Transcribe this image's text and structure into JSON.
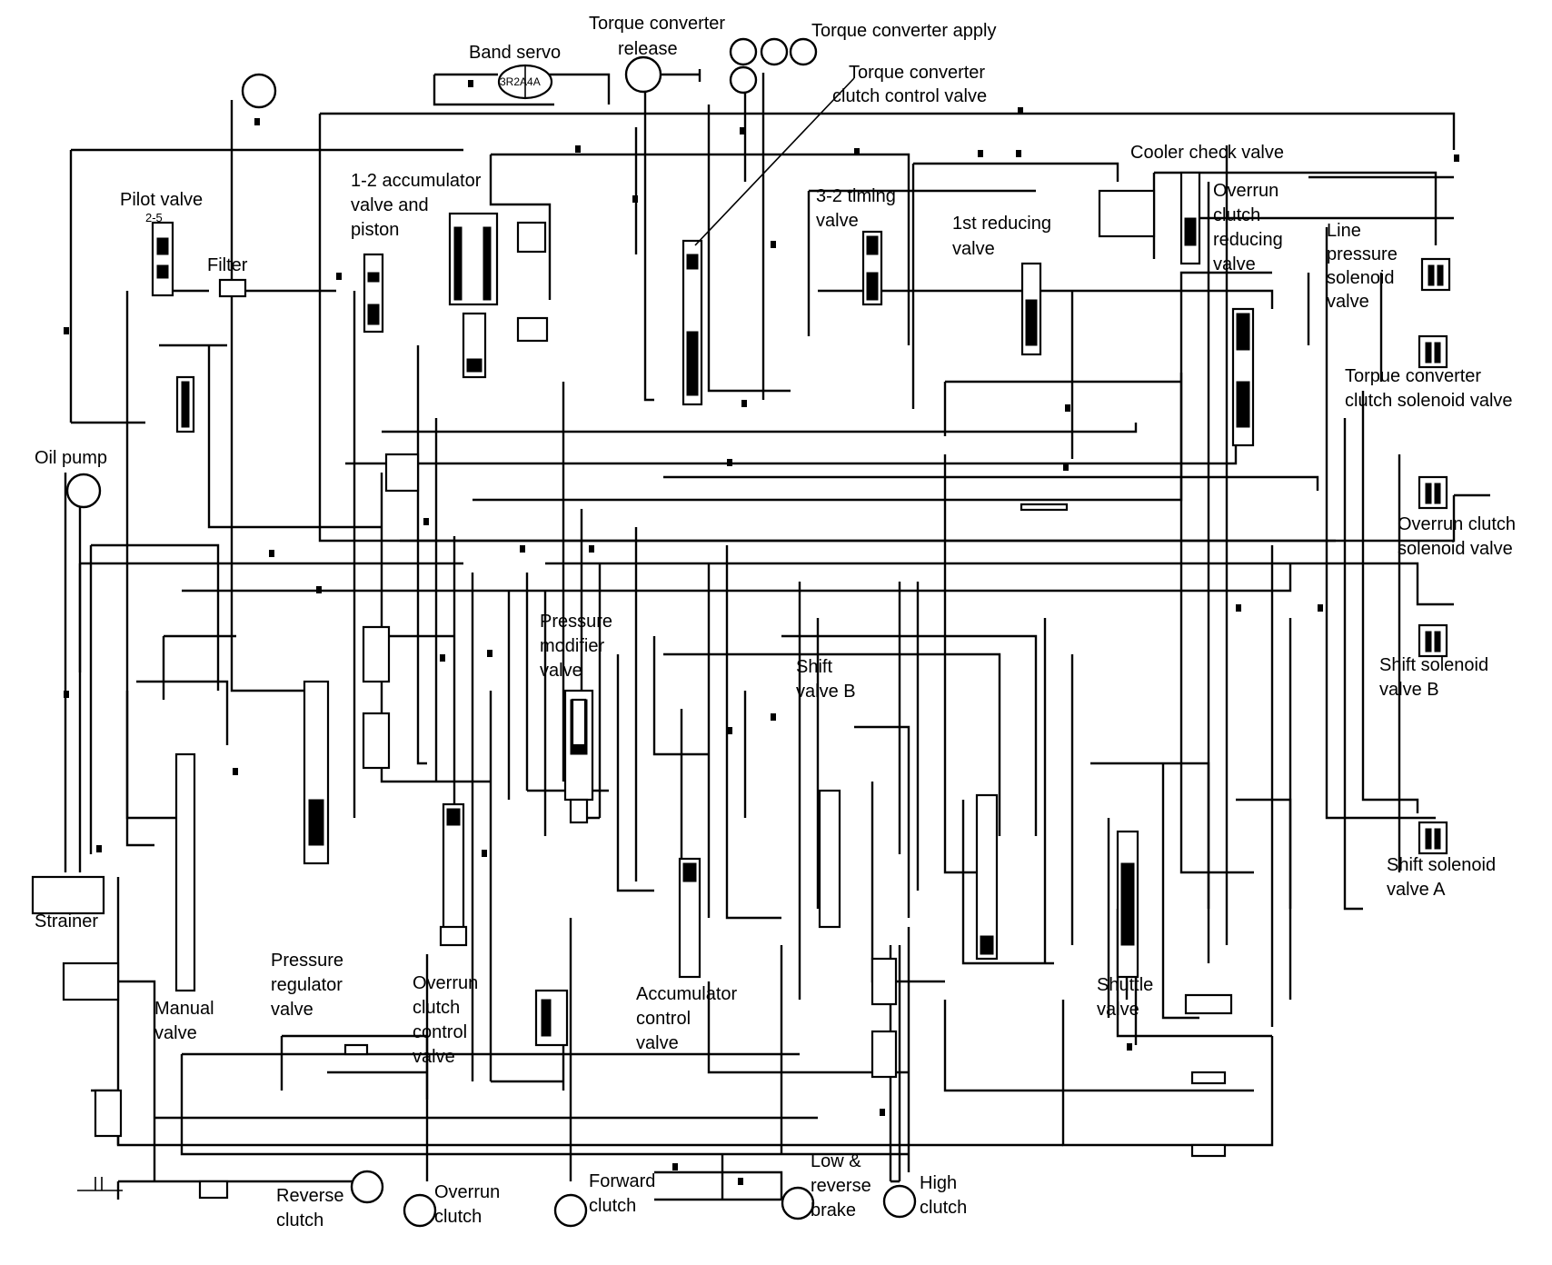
{
  "diagram": {
    "labels": {
      "torque_converter_release": [
        "Torque converter",
        "release"
      ],
      "torque_converter_apply": "Torque converter apply",
      "band_servo": "Band servo",
      "band_servo_ports": "3R2A4A",
      "tcc_control_valve": [
        "Torque converter",
        "clutch control valve"
      ],
      "cooler_check_valve": "Cooler check valve",
      "overrun_clutch_reducing_valve": [
        "Overrun",
        "clutch",
        "reducing",
        "valve"
      ],
      "line_pressure_solenoid_valve": [
        "Line",
        "pressure",
        "solenoid",
        "valve"
      ],
      "pilot_valve": "Pilot valve",
      "pilot_valve_ports": "2-5",
      "filter": "Filter",
      "accumulator_1_2": [
        "1-2 accumulator",
        "valve and",
        "piston"
      ],
      "timing_valve_3_2": [
        "3-2 timing",
        "valve"
      ],
      "first_reducing_valve": [
        "1st reducing",
        "valve"
      ],
      "tcc_solenoid_valve": [
        "Torpue converter",
        "clutch solenoid valve"
      ],
      "oil_pump": "Oil pump",
      "overrun_clutch_solenoid_valve": [
        "Overrun clutch",
        "solenoid valve"
      ],
      "pressure_modifier_valve": [
        "Pressure",
        "modifier",
        "valve"
      ],
      "shift_valve_b": [
        "Shift",
        "valve B"
      ],
      "shift_solenoid_valve_b": [
        "Shift solenoid",
        "valve B"
      ],
      "shift_solenoid_valve_a": [
        "Shift solenoid",
        "valve A"
      ],
      "strainer": "Strainer",
      "pressure_regulator_valve": [
        "Pressure",
        "regulator",
        "valve"
      ],
      "overrun_clutch_control_valve": [
        "Overrun",
        "clutch",
        "control",
        "valve"
      ],
      "accumulator_control_valve": [
        "Accumulator",
        "control",
        "valve"
      ],
      "shuttle_valve": [
        "Shuttle",
        "valve"
      ],
      "manual_valve": [
        "Manual",
        "valve"
      ],
      "reverse_clutch": [
        "Reverse",
        "clutch"
      ],
      "overrun_clutch": [
        "Overrun",
        "clutch"
      ],
      "forward_clutch": [
        "Forward",
        "clutch"
      ],
      "low_reverse_brake": [
        "Low &",
        "reverse",
        "brake"
      ],
      "high_clutch": [
        "High",
        "clutch"
      ]
    }
  }
}
